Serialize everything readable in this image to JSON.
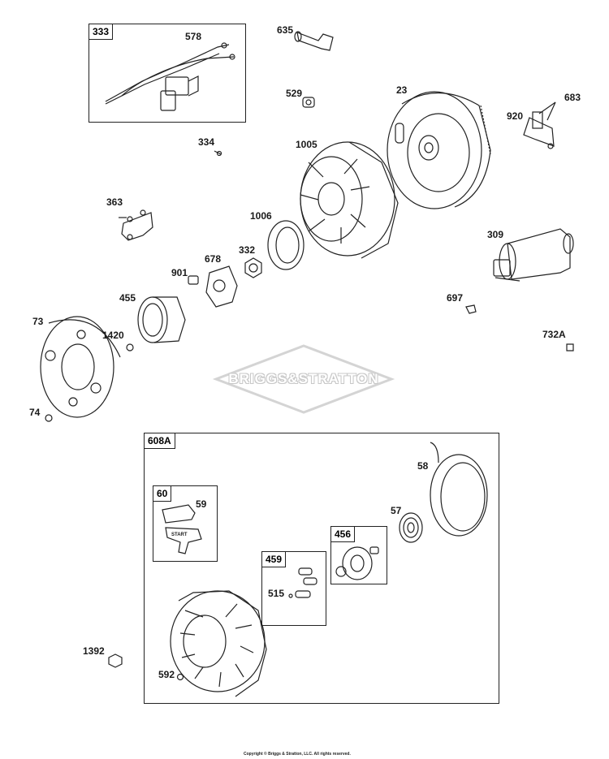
{
  "watermark": "BRIGGS&STRATTON",
  "copyright": "Copyright © Briggs & Stratton, LLC. All rights reserved.",
  "boxes": {
    "b333": "333",
    "b608a": "608A",
    "b60": "60",
    "b459": "459",
    "b456": "456"
  },
  "parts": {
    "p578": "578",
    "p635": "635",
    "p529": "529",
    "p23": "23",
    "p683": "683",
    "p920": "920",
    "p334": "334",
    "p1005": "1005",
    "p363": "363",
    "p1006": "1006",
    "p332": "332",
    "p678": "678",
    "p901": "901",
    "p309": "309",
    "p455": "455",
    "p697": "697",
    "p73": "73",
    "p1420": "1420",
    "p732a": "732A",
    "p74": "74",
    "p58": "58",
    "p59": "59",
    "p57": "57",
    "p515": "515",
    "p1392": "1392",
    "p592": "592",
    "start": "START"
  }
}
